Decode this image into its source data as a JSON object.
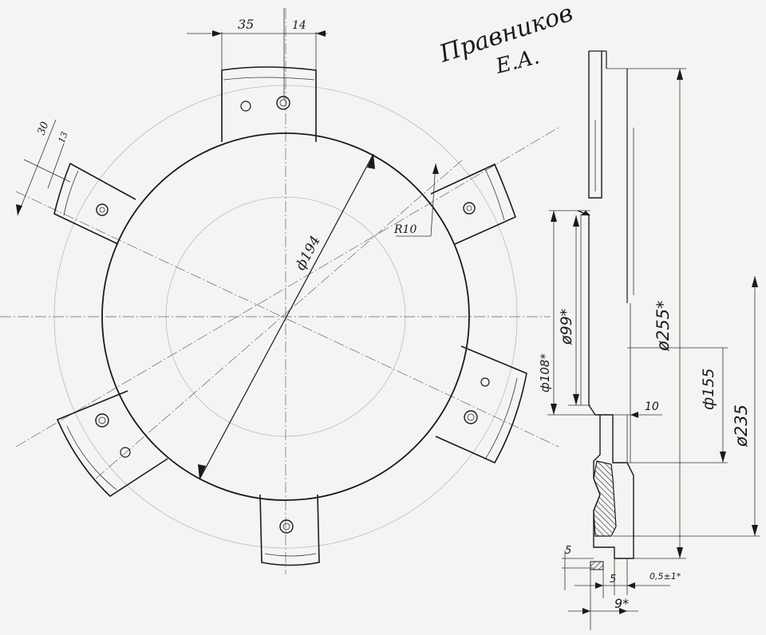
{
  "signature": {
    "name_line1": "Правников",
    "name_line2": "Е.А."
  },
  "plan_view": {
    "tab_width": "35",
    "tab_offset": "14",
    "slot_width": "30",
    "slot_offset": "13",
    "fillet_radius": "R10",
    "center_diameter": "ф194"
  },
  "section_view": {
    "dia_inner": "ø99*",
    "dia_lip": "ф108*",
    "dia_outer_255": "ø255*",
    "dia_155": "ф155",
    "dia_235": "ø235",
    "width_10": "10",
    "height_5": "5",
    "width_5": "5",
    "gap": "0,5±1*",
    "total_9": "9*"
  },
  "colors": {
    "ink": "#1a1a1a",
    "paper": "#f4f4f2",
    "hatch": "#222222"
  }
}
